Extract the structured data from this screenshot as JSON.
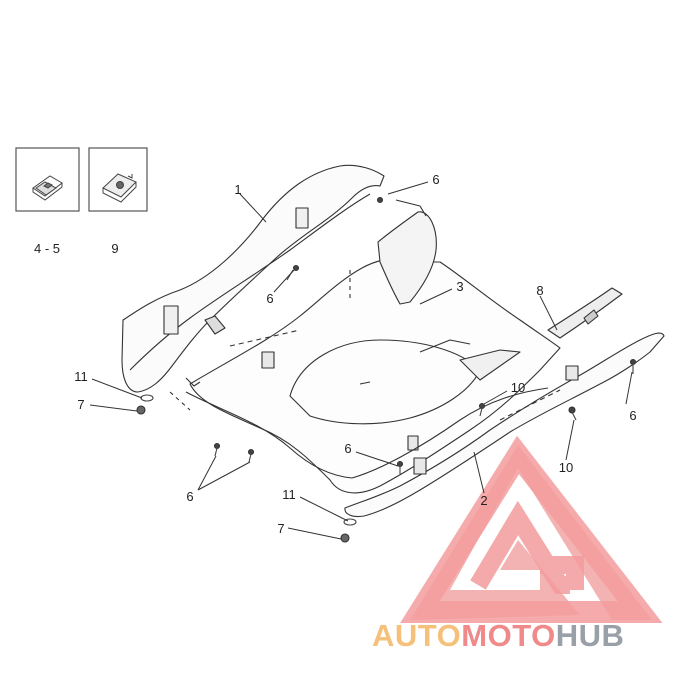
{
  "inset_labels": [
    {
      "id": "inset-4-5",
      "text": "4 - 5"
    },
    {
      "id": "inset-9",
      "text": "9"
    }
  ],
  "callouts": [
    {
      "id": "c1",
      "text": "1"
    },
    {
      "id": "c6a",
      "text": "6"
    },
    {
      "id": "c6b",
      "text": "6"
    },
    {
      "id": "c3",
      "text": "3"
    },
    {
      "id": "c8",
      "text": "8"
    },
    {
      "id": "c11a",
      "text": "11"
    },
    {
      "id": "c7a",
      "text": "7"
    },
    {
      "id": "c10a",
      "text": "10"
    },
    {
      "id": "c6c",
      "text": "6"
    },
    {
      "id": "c6d",
      "text": "6"
    },
    {
      "id": "c10b",
      "text": "10"
    },
    {
      "id": "c6e",
      "text": "6"
    },
    {
      "id": "c2",
      "text": "2"
    },
    {
      "id": "c11b",
      "text": "11"
    },
    {
      "id": "c7b",
      "text": "7"
    }
  ],
  "watermark": {
    "parts": [
      {
        "text": "AUTO",
        "color": "#f5c07a"
      },
      {
        "text": "MOTO",
        "color": "#f08a8a"
      },
      {
        "text": "HUB",
        "color": "#9aa0a8"
      }
    ]
  }
}
